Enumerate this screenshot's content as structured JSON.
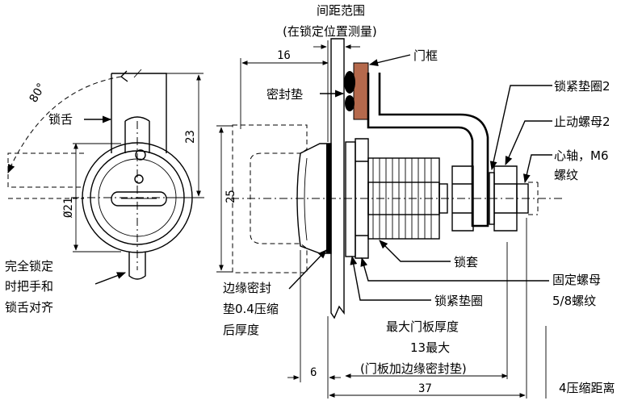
{
  "labels": {
    "spacing_range": "间距范围",
    "measured_locked": "(在锁定位置测量)",
    "door_frame": "门框",
    "gasket": "密封垫",
    "lock_washer_2": "锁紧垫圈2",
    "stop_nut_2": "止动螺母2",
    "spindle_m6": "心轴，M6",
    "thread": "螺纹",
    "tongue": "锁舌",
    "full_lock_1": "完全锁定",
    "full_lock_2": "时把手和",
    "full_lock_3": "锁舌对齐",
    "edge_gasket_1": "边缘密封",
    "edge_gasket_2": "垫0.4压缩",
    "edge_gasket_3": "后厚度",
    "lock_sleeve": "锁套",
    "fixing_nut": "固定螺母",
    "thread_58": "5/8螺纹",
    "lock_washer": "锁紧垫圈",
    "max_panel_1": "最大门板厚度",
    "max_panel_2": "13最大",
    "max_panel_3": "(门板加边缘密封垫)",
    "compress_distance": "4压缩距离"
  },
  "dimensions": {
    "angle": "80°",
    "dim_16": "16",
    "dim_23": "23",
    "dim_25": "25",
    "dim_21": "Ø21",
    "dim_6": "6",
    "dim_37": "37"
  }
}
